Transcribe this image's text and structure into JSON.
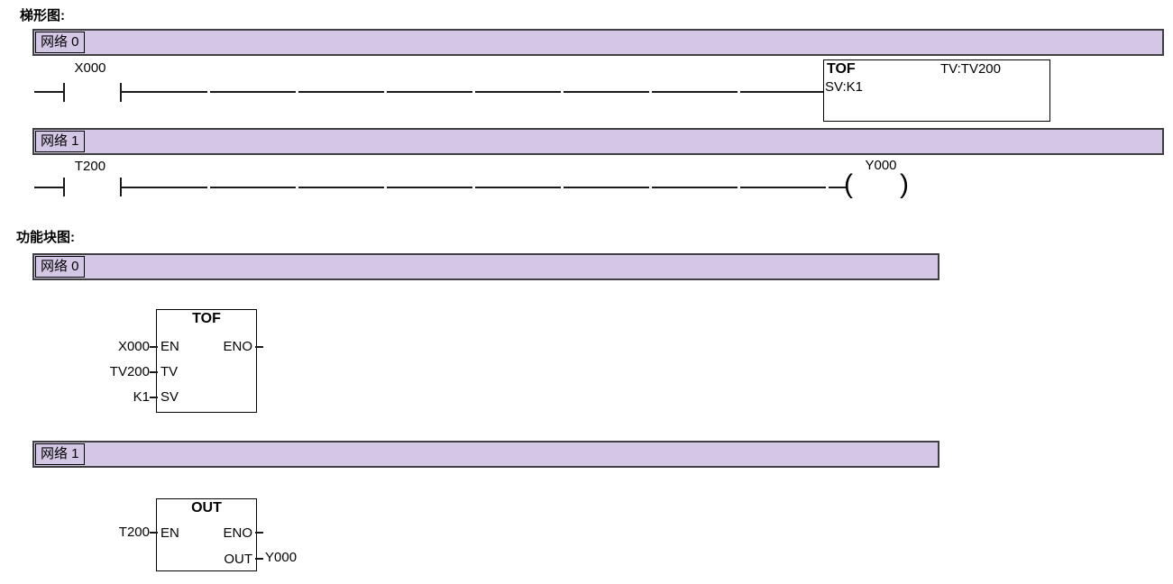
{
  "sections": {
    "ladder_label": "梯形图:",
    "fbd_label": "功能块图:"
  },
  "colors": {
    "network_bar_fill": "#d4c6e5",
    "network_bar_border": "#3f3f44",
    "wire_line": "#1a1a1a",
    "block_border": "#000000"
  },
  "ladder": {
    "networks": [
      {
        "title": "网络 0",
        "contact_label": "X000",
        "block": {
          "name": "TOF",
          "tv_label": "TV:TV200",
          "sv_label": "SV:K1"
        }
      },
      {
        "title": "网络 1",
        "contact_label": "T200",
        "coil": {
          "label": "Y000",
          "open_glyph": "(",
          "close_glyph": ")"
        }
      }
    ]
  },
  "fbd": {
    "networks": [
      {
        "title": "网络 0",
        "block": {
          "name": "TOF",
          "inputs": [
            {
              "operand": "X000",
              "pin": "EN"
            },
            {
              "operand": "TV200",
              "pin": "TV"
            },
            {
              "operand": "K1",
              "pin": "SV"
            }
          ],
          "outputs": [
            {
              "pin": "ENO",
              "operand": ""
            }
          ]
        }
      },
      {
        "title": "网络 1",
        "block": {
          "name": "OUT",
          "inputs": [
            {
              "operand": "T200",
              "pin": "EN"
            }
          ],
          "outputs": [
            {
              "pin": "ENO",
              "operand": ""
            },
            {
              "pin": "OUT",
              "operand": "Y000"
            }
          ]
        }
      }
    ]
  }
}
